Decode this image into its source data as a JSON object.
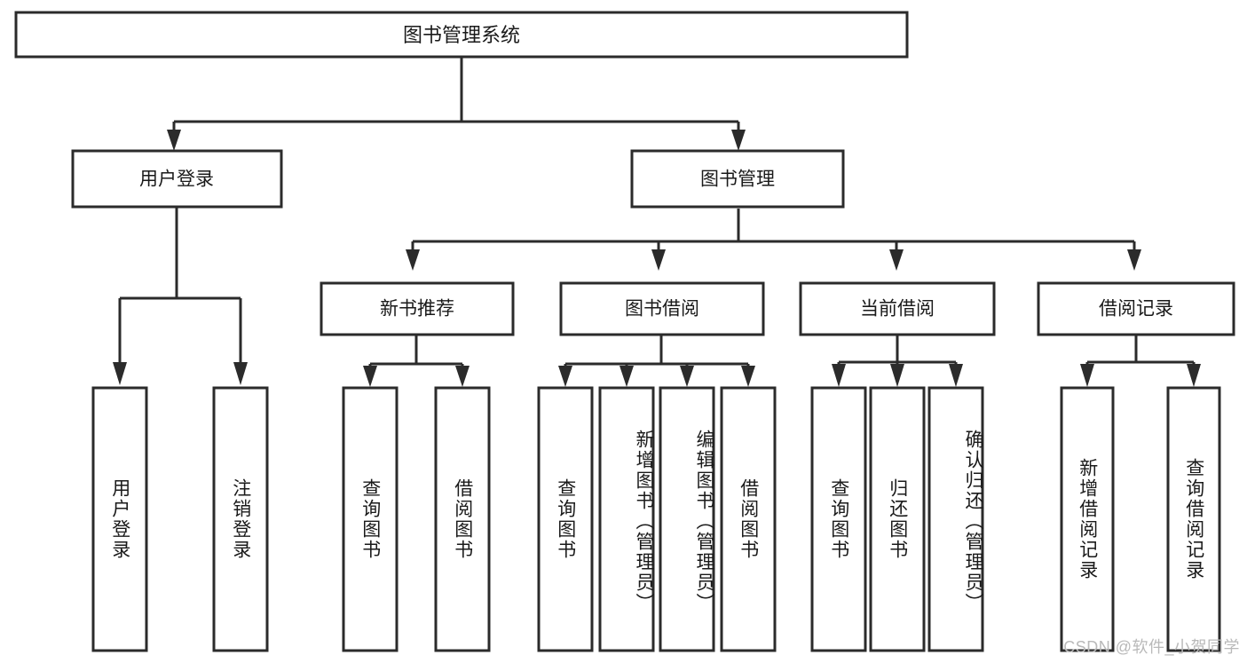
{
  "diagram": {
    "title": "图书管理系统",
    "type": "tree",
    "root": {
      "id": "root",
      "label": "图书管理系统"
    },
    "level1": [
      {
        "id": "user-login",
        "label": "用户登录"
      },
      {
        "id": "book-manage",
        "label": "图书管理"
      }
    ],
    "level2": [
      {
        "id": "new-book-rec",
        "label": "新书推荐",
        "parent": "book-manage"
      },
      {
        "id": "book-borrow",
        "label": "图书借阅",
        "parent": "book-manage"
      },
      {
        "id": "current-borrow",
        "label": "当前借阅",
        "parent": "book-manage"
      },
      {
        "id": "borrow-record",
        "label": "借阅记录",
        "parent": "book-manage"
      }
    ],
    "leaves": [
      {
        "id": "leaf-user-login",
        "label": "用户登录",
        "parent": "user-login"
      },
      {
        "id": "leaf-user-logout",
        "label": "注销登录",
        "parent": "user-login"
      },
      {
        "id": "leaf-query-book-1",
        "label": "查询图书",
        "parent": "new-book-rec"
      },
      {
        "id": "leaf-borrow-book-1",
        "label": "借阅图书",
        "parent": "new-book-rec"
      },
      {
        "id": "leaf-query-book-2",
        "label": "查询图书",
        "parent": "book-borrow"
      },
      {
        "id": "leaf-add-book",
        "label": "新增图书（管理员）",
        "parent": "book-borrow"
      },
      {
        "id": "leaf-edit-book",
        "label": "编辑图书（管理员）",
        "parent": "book-borrow"
      },
      {
        "id": "leaf-borrow-book-2",
        "label": "借阅图书",
        "parent": "book-borrow"
      },
      {
        "id": "leaf-query-book-3",
        "label": "查询图书",
        "parent": "current-borrow"
      },
      {
        "id": "leaf-return-book",
        "label": "归还图书",
        "parent": "current-borrow"
      },
      {
        "id": "leaf-confirm-return",
        "label": "确认归还（管理员）",
        "parent": "current-borrow"
      },
      {
        "id": "leaf-add-record",
        "label": "新增借阅记录",
        "parent": "borrow-record"
      },
      {
        "id": "leaf-query-record",
        "label": "查询借阅记录",
        "parent": "borrow-record"
      }
    ],
    "colors": {
      "box_stroke": "#2b2b2b",
      "box_fill": "#ffffff",
      "text": "#1a1a1a",
      "background": "#ffffff",
      "watermark": "#b9b9b9"
    }
  },
  "watermark": {
    "text": "CSDN @软件_小贺同学"
  }
}
